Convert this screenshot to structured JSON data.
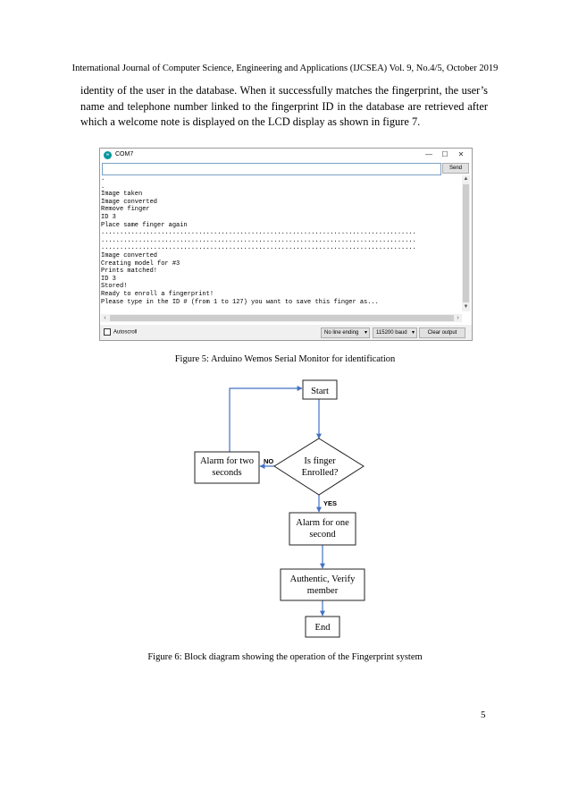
{
  "header": "International Journal of Computer Science, Engineering and Applications (IJCSEA) Vol. 9, No.4/5, October 2019",
  "paragraph": "identity of the user in the database. When it successfully matches the fingerprint, the user’s name and telephone number linked to the fingerprint ID in the database are retrieved after which a welcome note is displayed on the LCD display as shown in figure 7.",
  "serial_monitor": {
    "title": "COM7",
    "icon": "arduino-icon",
    "controls": [
      "minimize-icon",
      "maximize-icon",
      "close-icon"
    ],
    "send_input_value": "",
    "send_label": "Send",
    "output_lines": [
      ".",
      ".",
      "Image taken",
      "Image converted",
      "Remove finger",
      "ID 3",
      "Place same finger again",
      "....................................................................................",
      "....................................................................................",
      "....................................................................................",
      "Image converted",
      "Creating model for #3",
      "Prints matched!",
      "ID 3",
      "Stored!",
      "Ready to enroll a fingerprint!",
      "Please type in the ID # (from 1 to 127) you want to save this finger as..."
    ],
    "autoscroll_label": "Autoscroll",
    "autoscroll_checked": false,
    "line_ending": "No line ending",
    "baud": "115200 baud",
    "clear_label": "Clear output"
  },
  "figure5_caption": "Figure 5: Arduino Wemos Serial Monitor for identification",
  "flowchart": {
    "start": "Start",
    "decision_line1": "Is finger",
    "decision_line2": "Enrolled?",
    "no_label": "NO",
    "yes_label": "YES",
    "alarm_two_line1": "Alarm for two",
    "alarm_two_line2": "seconds",
    "alarm_one_line1": "Alarm for one",
    "alarm_one_line2": "second",
    "verify_line1": "Authentic, Verify",
    "verify_line2": "member",
    "end": "End"
  },
  "figure6_caption": "Figure 6: Block diagram showing the operation of the Fingerprint system",
  "page_number": "5"
}
